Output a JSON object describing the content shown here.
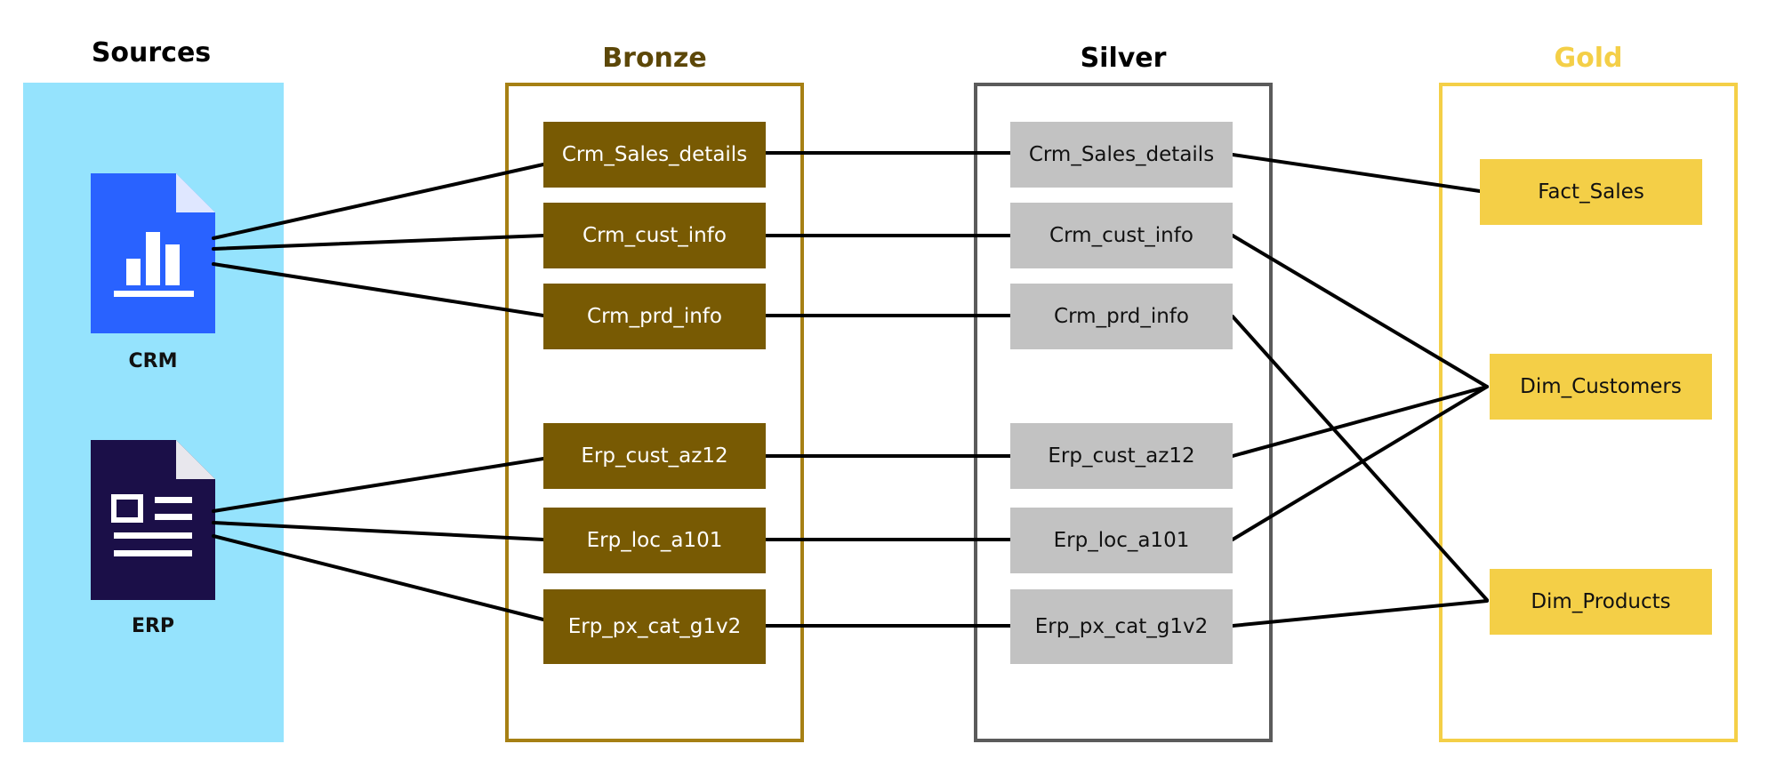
{
  "sources": {
    "title": "Sources",
    "systems": [
      {
        "label": "CRM",
        "icon": "bar-chart-document-icon",
        "color": "#2962ff"
      },
      {
        "label": "ERP",
        "icon": "form-document-icon",
        "color": "#1b0f48"
      }
    ]
  },
  "layers": {
    "bronze": {
      "title": "Bronze",
      "title_color": "#5c4708",
      "border_color": "#a68014",
      "fill_color": "#785a03",
      "tables": [
        "Crm_Sales_details",
        "Crm_cust_info",
        "Crm_prd_info",
        "Erp_cust_az12",
        "Erp_loc_a101",
        "Erp_px_cat_g1v2"
      ]
    },
    "silver": {
      "title": "Silver",
      "title_color": "#000000",
      "border_color": "#5b5b5b",
      "fill_color": "#c2c2c2",
      "tables": [
        "Crm_Sales_details",
        "Crm_cust_info",
        "Crm_prd_info",
        "Erp_cust_az12",
        "Erp_loc_a101",
        "Erp_px_cat_g1v2"
      ]
    },
    "gold": {
      "title": "Gold",
      "title_color": "#f4cf47",
      "border_color": "#f4cf47",
      "fill_color": "#f4cf47",
      "tables": [
        "Fact_Sales",
        "Dim_Customers",
        "Dim_Products"
      ]
    }
  },
  "connections": [
    {
      "from": "CRM",
      "to": "bronze.Crm_Sales_details"
    },
    {
      "from": "CRM",
      "to": "bronze.Crm_cust_info"
    },
    {
      "from": "CRM",
      "to": "bronze.Crm_prd_info"
    },
    {
      "from": "ERP",
      "to": "bronze.Erp_cust_az12"
    },
    {
      "from": "ERP",
      "to": "bronze.Erp_loc_a101"
    },
    {
      "from": "ERP",
      "to": "bronze.Erp_px_cat_g1v2"
    },
    {
      "from": "bronze.Crm_Sales_details",
      "to": "silver.Crm_Sales_details"
    },
    {
      "from": "bronze.Crm_cust_info",
      "to": "silver.Crm_cust_info"
    },
    {
      "from": "bronze.Crm_prd_info",
      "to": "silver.Crm_prd_info"
    },
    {
      "from": "bronze.Erp_cust_az12",
      "to": "silver.Erp_cust_az12"
    },
    {
      "from": "bronze.Erp_loc_a101",
      "to": "silver.Erp_loc_a101"
    },
    {
      "from": "bronze.Erp_px_cat_g1v2",
      "to": "silver.Erp_px_cat_g1v2"
    },
    {
      "from": "silver.Crm_Sales_details",
      "to": "gold.Fact_Sales"
    },
    {
      "from": "silver.Crm_cust_info",
      "to": "gold.Dim_Customers"
    },
    {
      "from": "silver.Erp_cust_az12",
      "to": "gold.Dim_Customers"
    },
    {
      "from": "silver.Erp_loc_a101",
      "to": "gold.Dim_Customers"
    },
    {
      "from": "silver.Crm_prd_info",
      "to": "gold.Dim_Products"
    },
    {
      "from": "silver.Erp_px_cat_g1v2",
      "to": "gold.Dim_Products"
    }
  ]
}
